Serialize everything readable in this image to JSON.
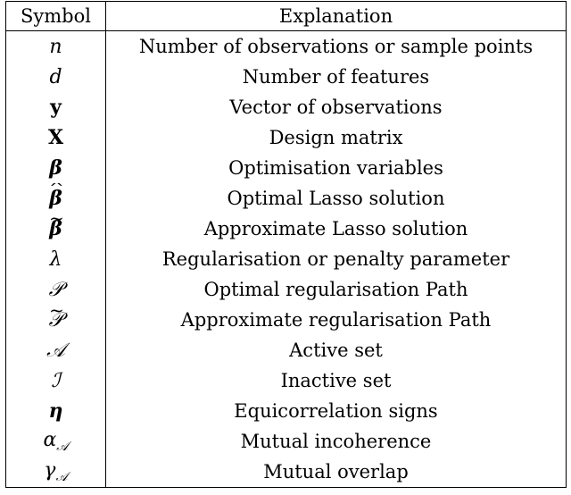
{
  "table": {
    "header": {
      "symbol": "Symbol",
      "explanation": "Explanation"
    },
    "rows": [
      {
        "symbol": "n",
        "explanation": "Number of observations or sample points"
      },
      {
        "symbol": "d",
        "explanation": "Number of features"
      },
      {
        "symbol": "y",
        "explanation": "Vector of observations"
      },
      {
        "symbol": "X",
        "explanation": "Design matrix"
      },
      {
        "symbol": "β",
        "explanation": "Optimisation variables"
      },
      {
        "symbol": "β",
        "accent": "^",
        "explanation": "Optimal Lasso solution"
      },
      {
        "symbol": "β",
        "accent": "~",
        "explanation": "Approximate Lasso solution"
      },
      {
        "symbol": "λ",
        "explanation": "Regularisation or penalty parameter"
      },
      {
        "symbol": "𝒫",
        "explanation": "Optimal regularisation Path"
      },
      {
        "symbol": "𝒫",
        "accent": "~",
        "explanation": "Approximate regularisation Path"
      },
      {
        "symbol": "𝒜",
        "explanation": "Active set"
      },
      {
        "symbol": "ℐ",
        "explanation": "Inactive set"
      },
      {
        "symbol": "η",
        "explanation": "Equicorrelation signs"
      },
      {
        "symbol": "α",
        "subscript": "𝒜",
        "explanation": "Mutual incoherence"
      },
      {
        "symbol": "γ",
        "subscript": "𝒜",
        "explanation": "Mutual overlap"
      }
    ]
  }
}
